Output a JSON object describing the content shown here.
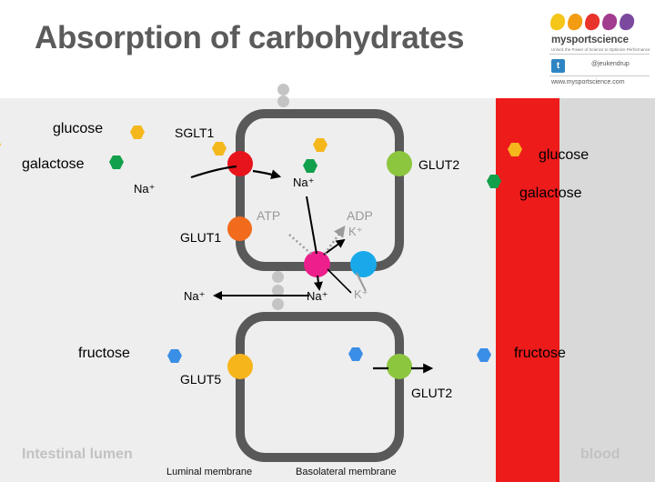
{
  "title": "Absorption of carbohydrates",
  "brand": {
    "name": "mysportscience",
    "tagline": "Unlock the Power of Science to Optimize Performance",
    "twitter_handle": "@jeukendrup",
    "url": "www.mysportscience.com",
    "logo_colors": [
      "#f5c518",
      "#f39c12",
      "#e8342b",
      "#a23c8e",
      "#7b4a9e"
    ]
  },
  "regions": {
    "lumen": "Intestinal lumen",
    "blood": "blood",
    "luminal_membrane": "Luminal membrane",
    "basolateral_membrane": "Basolateral  membrane"
  },
  "molecules": {
    "glucose_left": "glucose",
    "galactose_left": "galactose",
    "glucose_right": "glucose",
    "galactose_right": "galactose",
    "fructose_left": "fructose",
    "fructose_right": "fructose"
  },
  "transporters": {
    "sglt1": "SGLT1",
    "glut1": "GLUT1",
    "glut2_top": "GLUT2",
    "glut5": "GLUT5",
    "glut2_bottom": "GLUT2"
  },
  "ions": {
    "na_in_left": "Na⁺",
    "na_in_cell": "Na⁺",
    "na_pump_out": "Na⁺",
    "na_out_lumen": "Na⁺",
    "k_top": "K⁺",
    "k_bottom": "K⁺",
    "atp": "ATP",
    "adp": "ADP"
  },
  "colors": {
    "glucose": "#f5b81c",
    "galactose": "#12a04c",
    "fructose": "#3a8ee6",
    "sglt1": "#e8141b",
    "glut1": "#f26b1d",
    "glut2": "#8cc63f",
    "glut5": "#f7b51c",
    "na_k_pump": "#ec1f8c",
    "k_channel": "#19a9ea",
    "blood": "#ee1b1b",
    "membrane": "#595959"
  }
}
